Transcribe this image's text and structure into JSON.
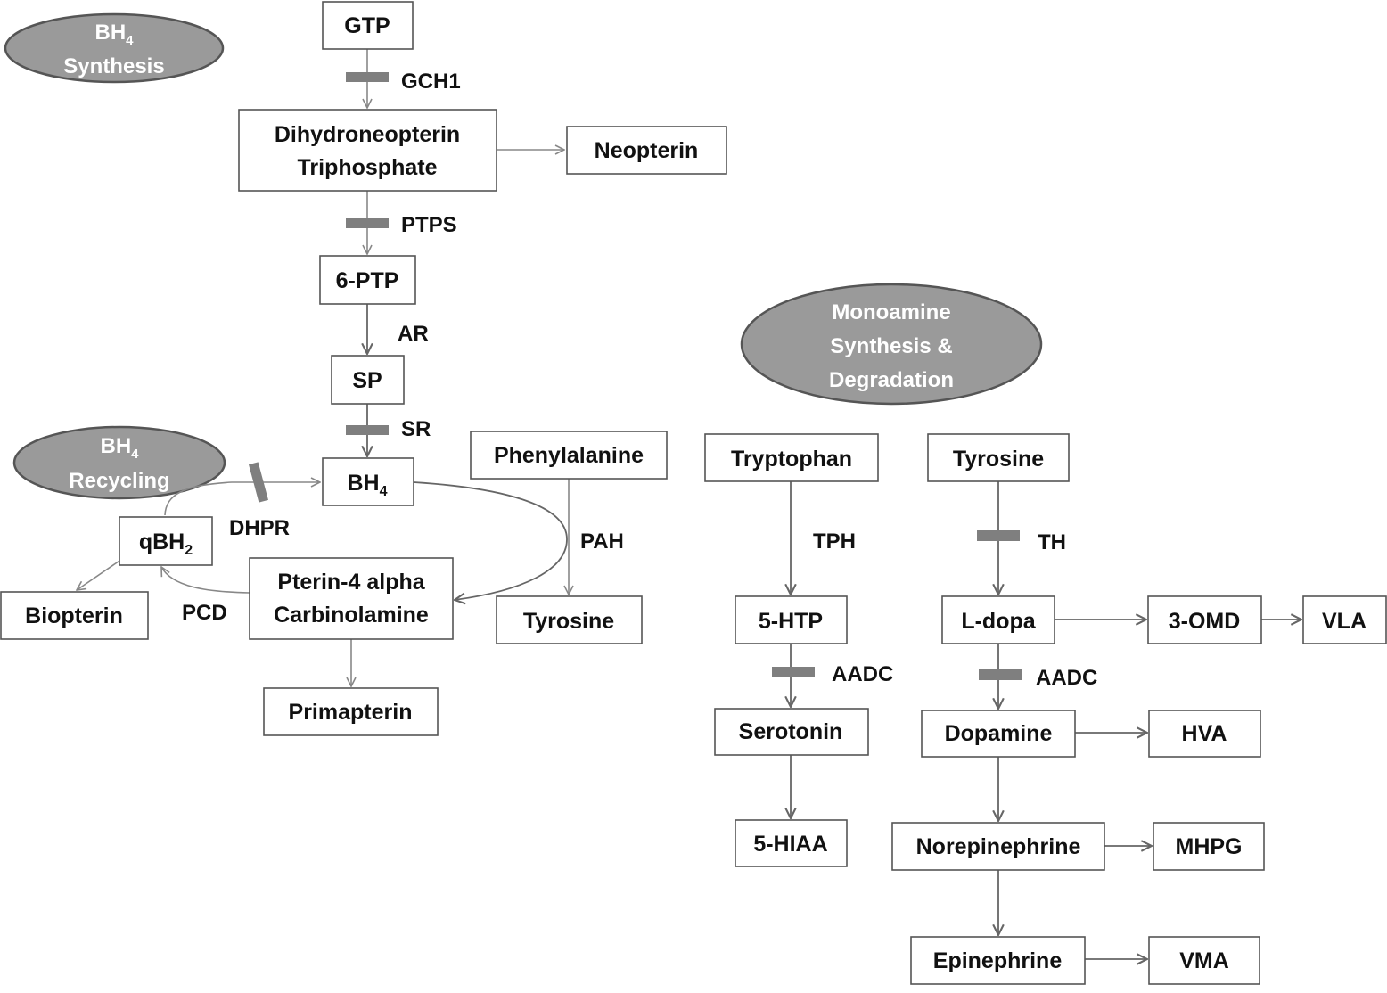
{
  "sections": {
    "bh4_synthesis": {
      "line1": "BH",
      "sub": "4",
      "line2": "Synthesis"
    },
    "bh4_recycling": {
      "line1": "BH",
      "sub": "4",
      "line2": "Recycling"
    },
    "monoamine": {
      "line1": "Monoamine",
      "line2": "Synthesis &",
      "line3": "Degradation"
    }
  },
  "nodes": {
    "gtp": "GTP",
    "dntp1": "Dihydroneopterin",
    "dntp2": "Triphosphate",
    "neopterin": "Neopterin",
    "ptp6": "6-PTP",
    "sp": "SP",
    "bh4": {
      "main": "BH",
      "sub": "4"
    },
    "qbh2": {
      "main": "qBH",
      "sub": "2"
    },
    "biopterin": "Biopterin",
    "pterin1": "Pterin-4 alpha",
    "pterin2": "Carbinolamine",
    "primapterin": "Primapterin",
    "phenylalanine": "Phenylalanine",
    "tyrosine_left": "Tyrosine",
    "tryptophan": "Tryptophan",
    "htp5": "5-HTP",
    "serotonin": "Serotonin",
    "hiaa5": "5-HIAA",
    "tyrosine_right": "Tyrosine",
    "ldopa": "L-dopa",
    "omd3": "3-OMD",
    "vla": "VLA",
    "dopamine": "Dopamine",
    "hva": "HVA",
    "norepinephrine": "Norepinephrine",
    "mhpg": "MHPG",
    "epinephrine": "Epinephrine",
    "vma": "VMA"
  },
  "enzymes": {
    "gch1": "GCH1",
    "ptps": "PTPS",
    "ar": "AR",
    "sr": "SR",
    "dhpr": "DHPR",
    "pcd": "PCD",
    "pah": "PAH",
    "tph": "TPH",
    "aadc_5htp": "AADC",
    "th": "TH",
    "aadc_ldopa": "AADC"
  }
}
